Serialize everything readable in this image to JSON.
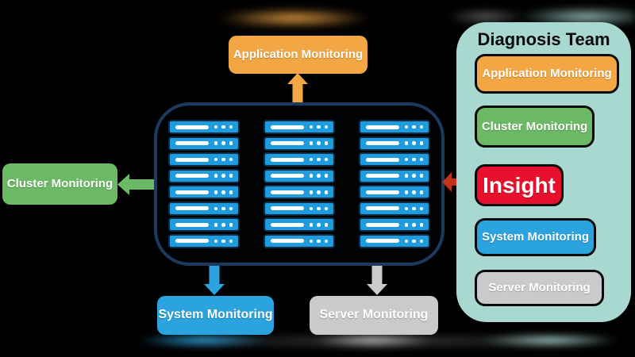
{
  "colors": {
    "background": "#000000",
    "orange": "#F2A644",
    "green": "#6CB965",
    "blue": "#2AA3DF",
    "gray": "#C9CACC",
    "insight_red": "#E8102C",
    "arrow_red": "#C3321A",
    "panel_teal": "#A9D8D1",
    "server_blue": "#1F9CDE",
    "server_border": "#0D2C44",
    "cluster_border": "#1C3A5E"
  },
  "diagram": {
    "nodes": {
      "application": {
        "label": "Application Monitoring"
      },
      "cluster": {
        "label": "Cluster Monitoring"
      },
      "system": {
        "label": "System Monitoring"
      },
      "server": {
        "label": "Server Monitoring"
      }
    },
    "server_rack": {
      "columns": 3,
      "rows_per_column": 8,
      "leds_per_server": 3
    }
  },
  "panel": {
    "title": "Diagnosis Team",
    "items": [
      {
        "id": "application",
        "label": "Application Monitoring",
        "color": "#F2A644"
      },
      {
        "id": "cluster",
        "label": "Cluster Monitoring",
        "color": "#6CB965"
      },
      {
        "id": "insight",
        "label": "Insight",
        "color": "#E8102C"
      },
      {
        "id": "system",
        "label": "System Monitoring",
        "color": "#2AA3DF"
      },
      {
        "id": "server",
        "label": "Server Monitoring",
        "color": "#C9CACC"
      }
    ]
  }
}
